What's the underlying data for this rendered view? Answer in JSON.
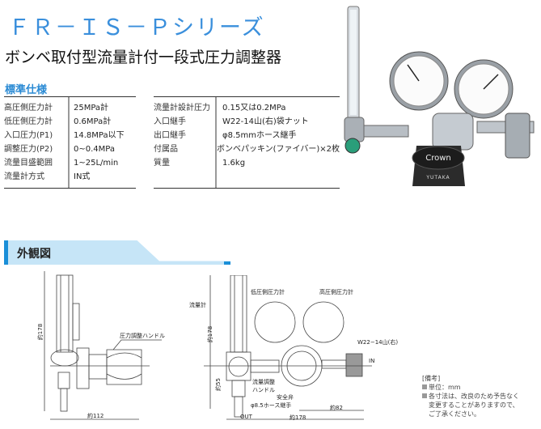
{
  "title": "ＦＲ－ＩＳ－Ｐシリーズ",
  "subtitle": "ボンベ取付型流量計付一段式圧力調整器",
  "spec": {
    "heading": "標準仕様",
    "left": [
      {
        "label": "高圧側圧力計",
        "value": "25MPa計"
      },
      {
        "label": "低圧側圧力計",
        "value": "0.6MPa計"
      },
      {
        "label": "入口圧力(P1)",
        "value": "14.8MPa以下"
      },
      {
        "label": "調整圧力(P2)",
        "value": "0~0.4MPa"
      },
      {
        "label": "流量目盛範囲",
        "value": "1~25L/min"
      },
      {
        "label": "流量計方式",
        "value": "IN式"
      }
    ],
    "right": [
      {
        "label": "流量計設計圧力",
        "value": "0.15又は0.2MPa"
      },
      {
        "label": "入口継手",
        "value": "W22-14山(右)袋ナット"
      },
      {
        "label": "出口継手",
        "value": "φ8.5mmホース継手"
      },
      {
        "label": "付属品",
        "value": "ボンベパッキン(ファイバー)×2枚"
      },
      {
        "label": "質量",
        "value": "1.6kg"
      }
    ]
  },
  "photo": {
    "brand": "Crown",
    "maker": "YUTAKA"
  },
  "section": "外観図",
  "drawing": {
    "side": {
      "height": "約178",
      "width": "約112",
      "handle": "圧力調整ハンドル"
    },
    "front": {
      "flowmeter": "流量計",
      "low_gauge": "低圧側圧力計",
      "high_gauge": "高圧側圧力計",
      "inlet": "W22−14山(右)",
      "in": "IN",
      "flow_handle": "流量調整ハンドル",
      "safety": "安全弁",
      "hose": "φ8.5ホース継手",
      "out": "OUT",
      "height": "約178",
      "h55": "約55",
      "w82": "約82",
      "w178": "約178"
    }
  },
  "notes": {
    "head": "[備考]",
    "unit": "単位：mm",
    "n1": "各寸法は、改良のため予告なく",
    "n2": "変更することがありますので、",
    "n3": "ご了承ください。"
  }
}
